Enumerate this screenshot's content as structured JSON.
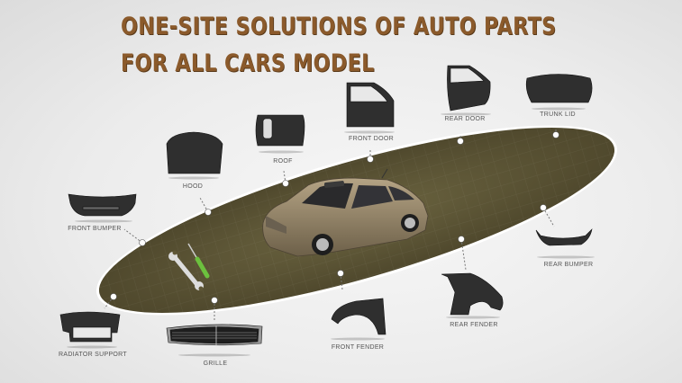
{
  "header": {
    "line1": "ONE-SITE SOLUTIONS OF AUTO PARTS",
    "line2": "FOR ALL CARS MODEL"
  },
  "colors": {
    "title": "#8b5a2b",
    "ellipse": "#5e5636",
    "background": "#ececec",
    "parts": "#2e2e2e"
  },
  "parts": [
    {
      "label": "HOOD",
      "icon": "hood-icon"
    },
    {
      "label": "ROOF",
      "icon": "roof-icon"
    },
    {
      "label": "FRONT DOOR",
      "icon": "front-door-icon"
    },
    {
      "label": "REAR DOOR",
      "icon": "rear-door-icon"
    },
    {
      "label": "TRUNK LID",
      "icon": "trunk-lid-icon"
    },
    {
      "label": "FRONT BUMPER",
      "icon": "front-bumper-icon"
    },
    {
      "label": "REAR BUMPER",
      "icon": "rear-bumper-icon"
    },
    {
      "label": "RADIATOR SUPPORT",
      "icon": "radiator-support-icon"
    },
    {
      "label": "GRILLE",
      "icon": "grille-icon"
    },
    {
      "label": "FRONT FENDER",
      "icon": "front-fender-icon"
    },
    {
      "label": "REAR FENDER",
      "icon": "rear-fender-icon"
    }
  ],
  "center": {
    "icon": "sedan-car-icon",
    "tools": "wrench-screwdriver-icon"
  }
}
